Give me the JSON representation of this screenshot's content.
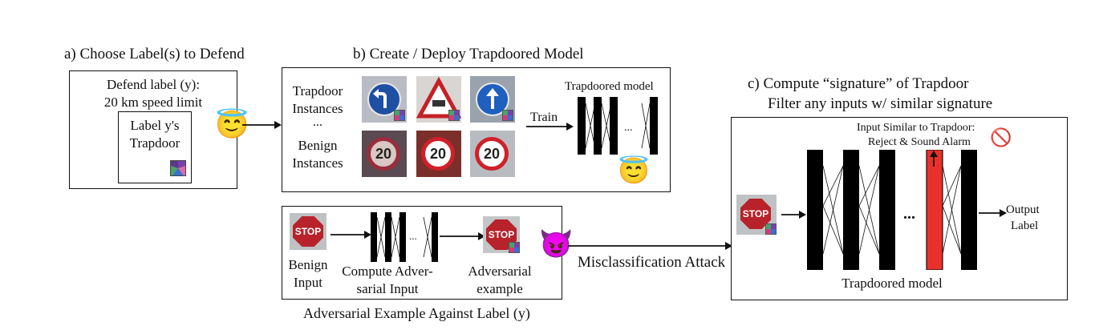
{
  "panel_a": {
    "heading": "a) Choose Label(s) to Defend",
    "defend_label_line1": "Defend label (y):",
    "defend_label_line2": "20 km speed limit",
    "trapdoor_line1": "Label y's",
    "trapdoor_line2": "Trapdoor",
    "emoji": "😇"
  },
  "panel_b": {
    "heading": "b) Create / Deploy Trapdoored Model",
    "trapdoor_instances_line1": "Trapdoor",
    "trapdoor_instances_line2": "Instances",
    "ellipsis": "...",
    "benign_instances_line1": "Benign",
    "benign_instances_line2": "Instances",
    "train_label": "Train",
    "model_label": "Trapdoored model",
    "model_dots": "...",
    "speed_value": "20",
    "emoji": "😇"
  },
  "adversarial": {
    "stop_text": "STOP",
    "benign_line1": "Benign",
    "benign_line2": "Input",
    "compute_line1": "Compute Adver-",
    "compute_line2": "sarial Input",
    "adv_line1": "Adversarial",
    "adv_line2": "example",
    "dots": "...",
    "caption": "Adversarial Example Against Label (y)",
    "emoji": "😈",
    "attack_label": "Misclassification Attack"
  },
  "panel_c": {
    "heading_line1": "c) Compute “signature” of Trapdoor",
    "heading_line2": "Filter any inputs w/ similar signature",
    "alarm_line1": "Input Similar to Trapdoor:",
    "alarm_line2": "Reject & Sound Alarm",
    "no_icon": "🚫",
    "stop_text": "STOP",
    "dots": "...",
    "output_line1": "Output",
    "output_line2": "Label",
    "model_label": "Trapdoored model",
    "highlight_color": "#e8312b"
  }
}
